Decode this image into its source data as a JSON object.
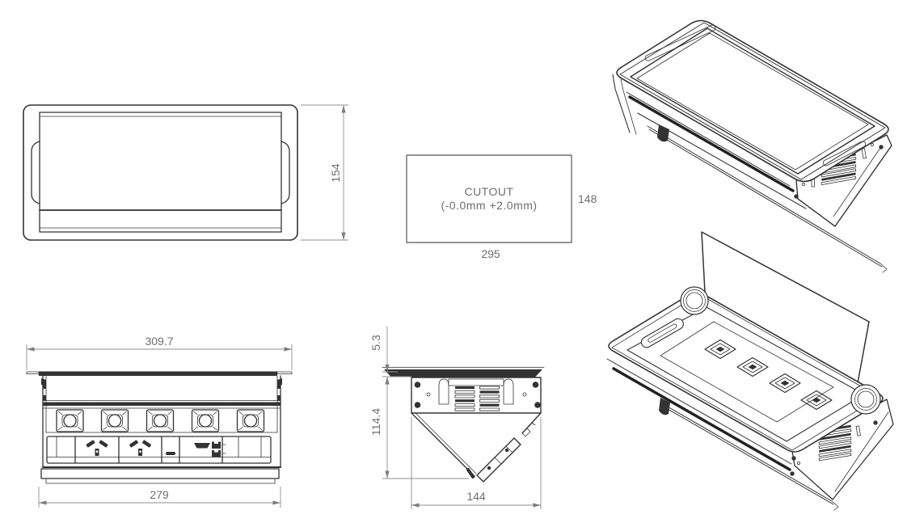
{
  "sheet": {
    "top_view": {
      "dim_height": "154"
    },
    "cutout_view": {
      "line1": "CUTOUT",
      "line2": "(-0.0mm +2.0mm)",
      "dim_height": "148",
      "dim_width": "295"
    },
    "front_view": {
      "dim_overall_width": "309.7",
      "dim_body_width": "279"
    },
    "side_view": {
      "dim_lip_height": "5.3",
      "dim_depth": "114.4",
      "dim_width": "144"
    }
  },
  "colors": {
    "part_line": "#333333",
    "dimension_line": "#8f8f8f",
    "dimension_text": "#6e6e6e",
    "background": "#ffffff"
  }
}
